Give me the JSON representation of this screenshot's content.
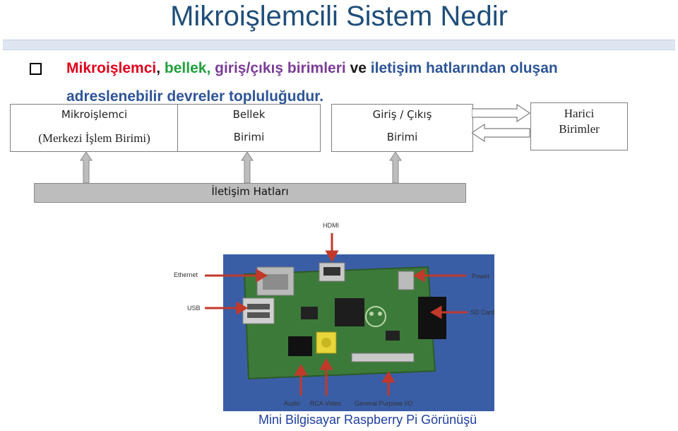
{
  "title": "Mikroişlemcili Sistem Nedir",
  "bullet_text": {
    "w1": "Mikroişlemci",
    "w2": ",",
    "w3": "bellek,",
    "w4": "giriş/çıkış",
    "w5": "birimleri",
    "w6": "ve",
    "w7": "iletişim",
    "w8": "hatlarından",
    "w9": "oluşan",
    "line2": "adreslenebilir devreler topluluğudur."
  },
  "diagram": {
    "cpu_line1": "Mikroişlemci",
    "cpu_line2": "(Merkezi İşlem Birimi)",
    "memory_line1": "Bellek",
    "memory_line2": "Birimi",
    "io_line1": "Giriş / Çıkış",
    "io_line2": "Birimi",
    "ext_line1": "Harici",
    "ext_line2": "Birimler",
    "bus": "İletişim  Hatları"
  },
  "photo_labels": {
    "hdmi": "HDMI",
    "ethernet": "Ethernet",
    "usb": "USB",
    "power": "Power",
    "sdcard": "SD Card",
    "audio": "Audio",
    "rca": "RCA Video",
    "gpio": "General Purpose I/O"
  },
  "caption": "Mini Bilgisayar Raspberry Pi Görünüşü",
  "colors": {
    "title": "#1f4e79",
    "red": "#e0001b",
    "green": "#21a03d",
    "purple": "#7a3d97",
    "blue": "#2e5597",
    "board": "#3a5ea6",
    "pcb": "#3c7a3a"
  }
}
